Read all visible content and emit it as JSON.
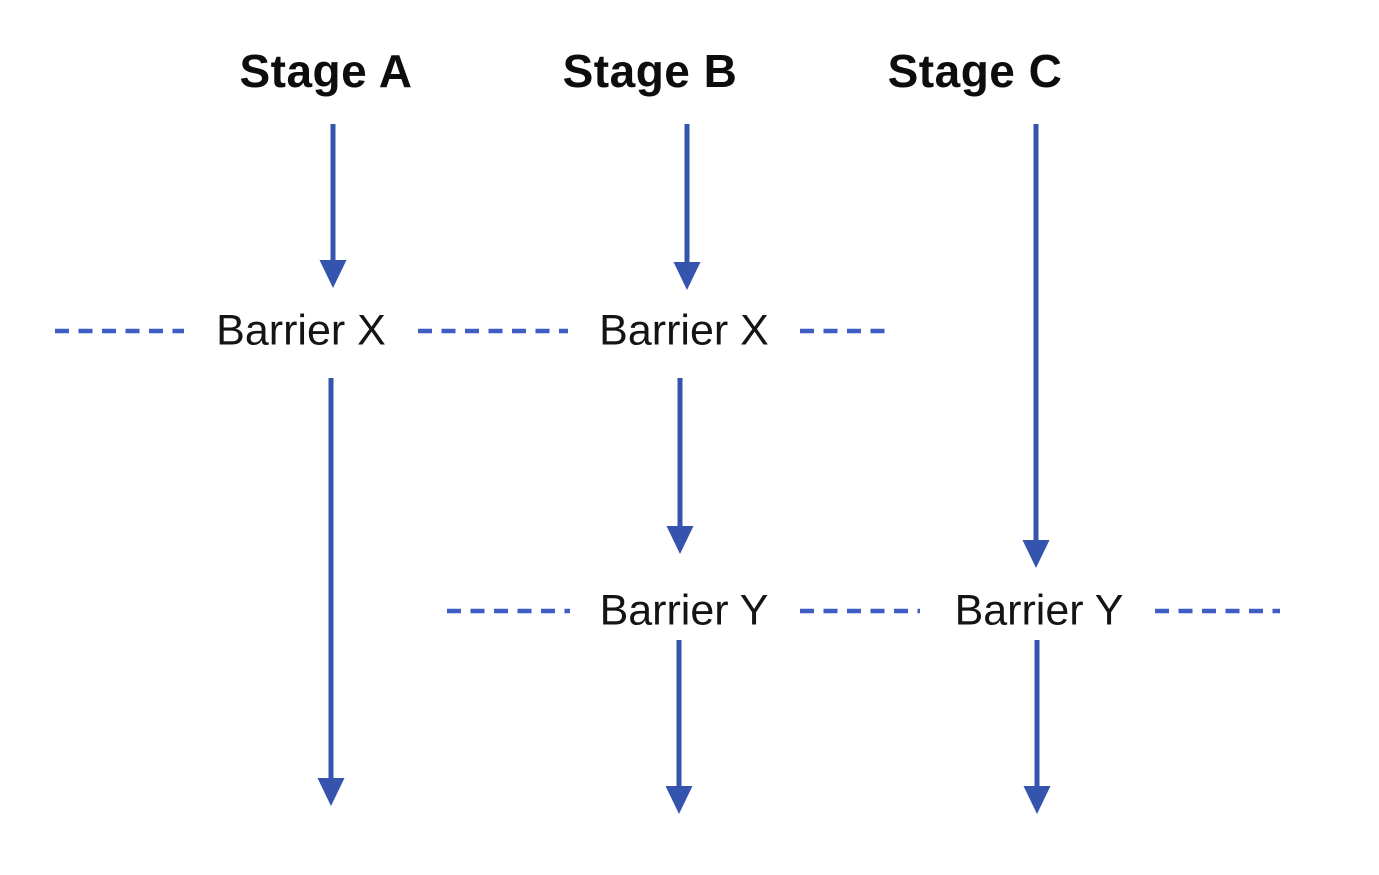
{
  "diagram": {
    "stages": [
      {
        "label": "Stage A",
        "barriers_crossed": [
          "Barrier X"
        ]
      },
      {
        "label": "Stage B",
        "barriers_crossed": [
          "Barrier X",
          "Barrier Y"
        ]
      },
      {
        "label": "Stage C",
        "barriers_crossed": [
          "Barrier Y"
        ]
      }
    ],
    "barrier_labels": {
      "x": "Barrier X",
      "y": "Barrier Y"
    },
    "colors": {
      "arrow": "#3454ae",
      "dash": "#3f5ec4",
      "title_text": "#0d0d0d",
      "label_text": "#141414",
      "background": "#ffffff"
    }
  }
}
